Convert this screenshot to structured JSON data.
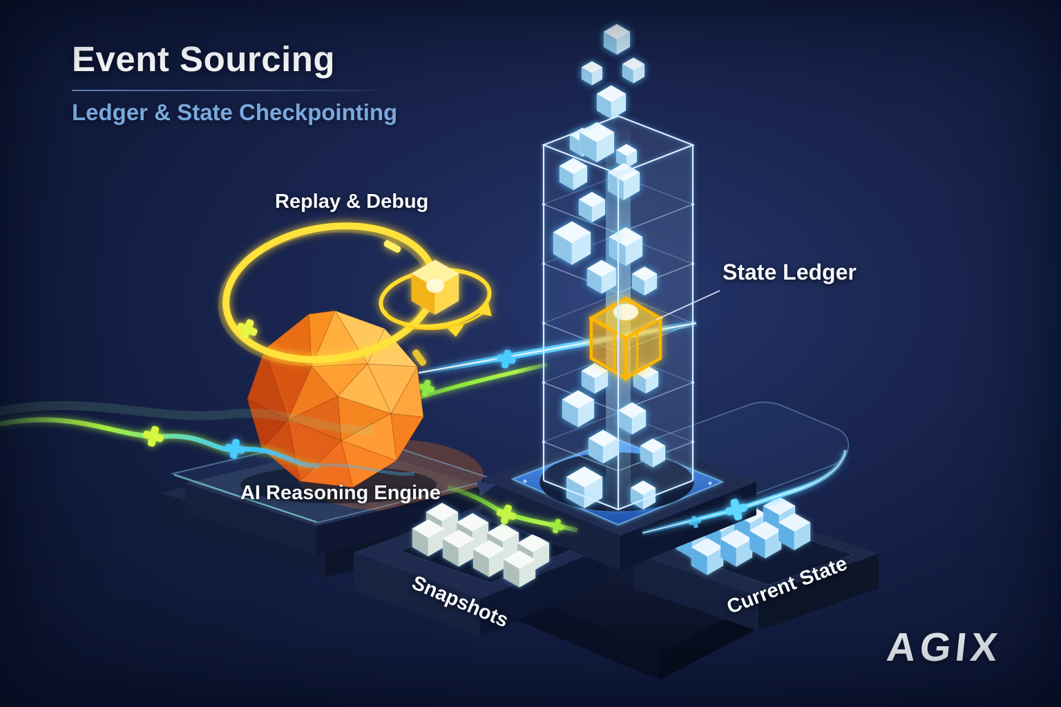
{
  "header": {
    "title": "Event Sourcing",
    "subtitle": "Ledger & State Checkpointing"
  },
  "labels": {
    "replay_debug": "Replay & Debug",
    "state_ledger": "State Ledger",
    "ai_engine": "AI Reasoning Engine",
    "snapshots": "Snapshots",
    "current_state": "Current State"
  },
  "brand": {
    "logo": "AGIX"
  },
  "palette": {
    "background": "#121C3F",
    "title_text": "#FCFDFF",
    "subtitle_text": "#79A9DE",
    "loop_yellow": "#FFE23B",
    "flow_green": "#8FE93F",
    "flow_cyan": "#3FC3FF",
    "engine_orange": "#F4700E",
    "cube_blue": "#C9EAFB",
    "ledger_cube_glow": "#FFB600"
  }
}
